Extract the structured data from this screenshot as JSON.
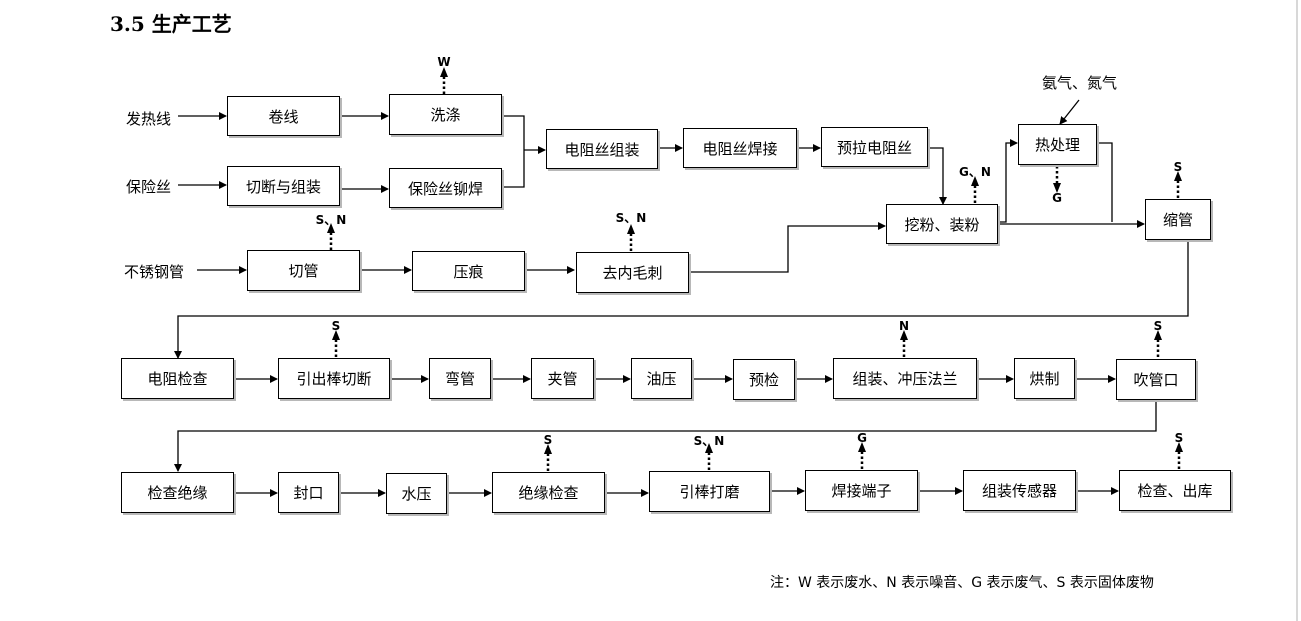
{
  "title": "3.5 生产工艺",
  "inputs": {
    "heating_wire": "发热线",
    "fuse_wire": "保险丝",
    "steel_tube": "不锈钢管"
  },
  "boxes": {
    "coil": "卷线",
    "wash": "洗涤",
    "cut_assemble": "切断与组装",
    "fuse_rivet": "保险丝铆焊",
    "res_assemble": "电阻丝组装",
    "res_weld": "电阻丝焊接",
    "pre_pull": "预拉电阻丝",
    "heat_treat": "热处理",
    "dig_powder": "挖粉、装粉",
    "shrink": "缩管",
    "cut_tube": "切管",
    "press_mark": "压痕",
    "deburr": "去内毛刺",
    "res_check": "电阻检查",
    "lead_cut": "引出棒切断",
    "bend": "弯管",
    "clamp": "夹管",
    "oil_press": "油压",
    "precheck": "预检",
    "assemble_flange": "组装、冲压法兰",
    "bake": "烘制",
    "blow": "吹管口",
    "insul_check1": "检查绝缘",
    "seal": "封口",
    "hydro": "水压",
    "insul_check2": "绝缘检查",
    "lead_grind": "引棒打磨",
    "weld_terminal": "焊接端子",
    "sensor": "组装传感器",
    "inspect_ship": "检查、出库"
  },
  "gases": "氨气、氮气",
  "emissions": {
    "wash": "W",
    "heat_treat": "G",
    "dig_powder": "G、N",
    "shrink": "S",
    "cut_tube": "S、N",
    "deburr": "S、N",
    "lead_cut": "S",
    "assemble_flange": "N",
    "blow": "S",
    "insul_check2": "S",
    "lead_grind": "S、N",
    "weld_terminal": "G",
    "inspect_ship": "S"
  },
  "note": "注：W 表示废水、N 表示噪音、G 表示废气、S 表示固体废物"
}
